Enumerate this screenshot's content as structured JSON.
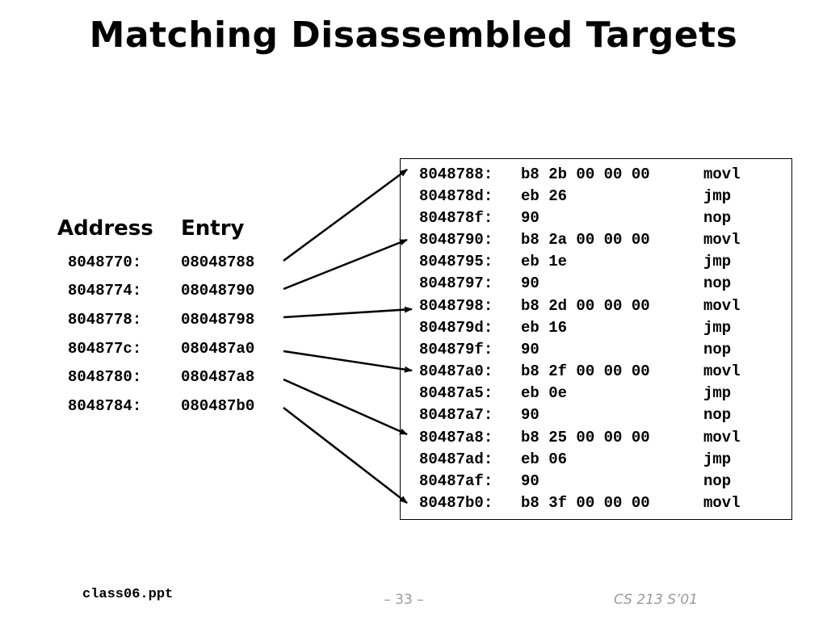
{
  "slide": {
    "title": "Matching Disassembled Targets",
    "table": {
      "address_header": "Address",
      "entry_header": "Entry",
      "rows": [
        {
          "address": "8048770:",
          "entry": "08048788"
        },
        {
          "address": "8048774:",
          "entry": "08048790"
        },
        {
          "address": "8048778:",
          "entry": "08048798"
        },
        {
          "address": "804877c:",
          "entry": "080487a0"
        },
        {
          "address": "8048780:",
          "entry": "080487a8"
        },
        {
          "address": "8048784:",
          "entry": "080487b0"
        }
      ]
    },
    "disassembly": [
      {
        "addr": "8048788:",
        "bytes": "b8 2b 00 00 00",
        "op": "movl"
      },
      {
        "addr": "804878d:",
        "bytes": "eb 26",
        "op": "jmp"
      },
      {
        "addr": "804878f:",
        "bytes": "90",
        "op": "nop"
      },
      {
        "addr": "8048790:",
        "bytes": "b8 2a 00 00 00",
        "op": "movl"
      },
      {
        "addr": "8048795:",
        "bytes": "eb 1e",
        "op": "jmp"
      },
      {
        "addr": "8048797:",
        "bytes": "90",
        "op": "nop"
      },
      {
        "addr": "8048798:",
        "bytes": "b8 2d 00 00 00",
        "op": "movl"
      },
      {
        "addr": "804879d:",
        "bytes": "eb 16",
        "op": "jmp"
      },
      {
        "addr": "804879f:",
        "bytes": "90",
        "op": "nop"
      },
      {
        "addr": "80487a0:",
        "bytes": "b8 2f 00 00 00",
        "op": "movl"
      },
      {
        "addr": "80487a5:",
        "bytes": "eb 0e",
        "op": "jmp"
      },
      {
        "addr": "80487a7:",
        "bytes": "90",
        "op": "nop"
      },
      {
        "addr": "80487a8:",
        "bytes": "b8 25 00 00 00",
        "op": "movl"
      },
      {
        "addr": "80487ad:",
        "bytes": "eb 06",
        "op": "jmp"
      },
      {
        "addr": "80487af:",
        "bytes": "90",
        "op": "nop"
      },
      {
        "addr": "80487b0:",
        "bytes": "b8 3f 00 00 00",
        "op": "movl"
      }
    ],
    "footer": {
      "left": "class06.ppt",
      "center": "– 33 –",
      "right": "CS 213 S’01"
    }
  }
}
